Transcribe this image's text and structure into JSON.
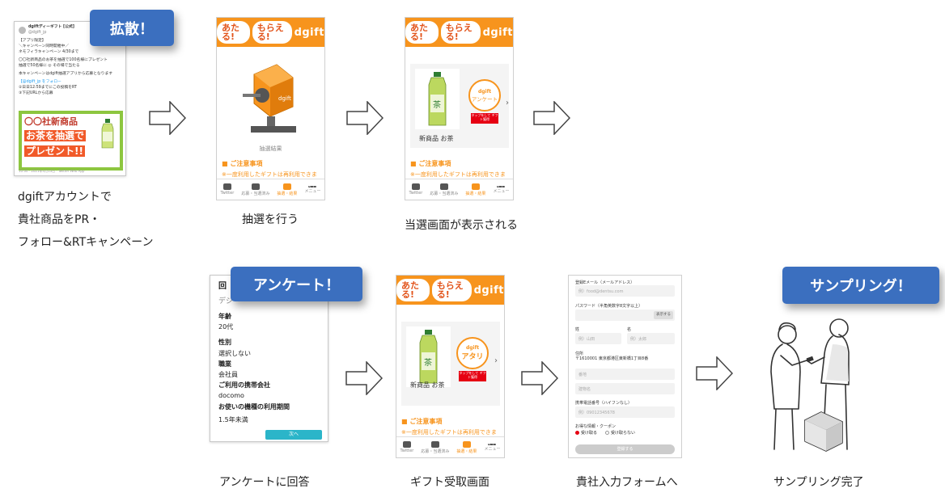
{
  "steps": {
    "s1": {
      "caption1": "dgiftアカウントで",
      "caption2": "貴社商品をPR・",
      "caption3": "フォロー&RTキャンペーン"
    },
    "s2": {
      "caption": "抽選を行う"
    },
    "s3": {
      "caption": "当選画面が表示される"
    },
    "s4": {
      "caption": "アンケートに回答"
    },
    "s5": {
      "caption": "ギフト受取画面"
    },
    "s6": {
      "caption": "貴社入力フォームへ"
    },
    "s7": {
      "caption": "サンプリング完了"
    }
  },
  "tags": {
    "kakusan": "拡散！",
    "enquete": "アンケート！",
    "sampling": "サンプリング！"
  },
  "app": {
    "bubble1": "あたる!",
    "bubble2": "もらえる!",
    "brand": "dgift",
    "lottery_result": "抽選結果",
    "notice_title": "■ ご注意事項",
    "notice_text": "※一度利用したギフトは再利用できません。 ※ギフト一覧ページの表示の反映には時間が掛かる場合があります。",
    "product_name": "新商品 お茶",
    "badge_brand": "dgift",
    "badge_enquete": "アンケート",
    "badge_atari": "アタリ",
    "badge_red": "タップをして ギフト獲得",
    "nav": [
      "Twitter",
      "応募・当選済み",
      "抽選・結果",
      "メニュー"
    ]
  },
  "tweet": {
    "account": "dgiftディーギフト [公式]",
    "handle": "@dgift_jp",
    "line1": "【アプリ限定】",
    "line2": "＼キャンペーン同時開催中／",
    "line3": "ネモフィラキャンペーン 4/30まで",
    "line4": "〇〇社新商品のお茶を抽選で100名様にプレゼント",
    "line5": "抽選で50名様に ◎ その場で当たる",
    "line6": "本キャンペーンはdgift抽選アプリから応募となります",
    "line7": "【@dgift_jp をフォロー",
    "line8": "②日日12:59までにこの投稿をRT",
    "line9": "③下記URLから応募",
    "banner1": "〇〇社新商品",
    "banner2": "お茶を抽選で",
    "banner3": "プレゼント!!",
    "footer": "10:00 · 2021年4月13日 · Twitter Web App"
  },
  "survey": {
    "head_cut": "回",
    "sub_cut": "デジ",
    "items": [
      {
        "q": "年齢",
        "a": "20代"
      },
      {
        "q": "性別",
        "a": "選択しない"
      },
      {
        "q": "職業",
        "a": "会社員"
      },
      {
        "q": "ご利用の携帯会社",
        "a": "docomo"
      },
      {
        "q": "お使いの機種の利用期間",
        "a": "1.5年未満"
      }
    ],
    "next_button": "次へ"
  },
  "form": {
    "email_label": "登録Eメール（メールアドレス）",
    "email_ph": "例）food@dentsu.com",
    "password_label": "パスワード（半角英数字8文字以上）",
    "show_button": "表示する",
    "sei": "姓",
    "mei": "名",
    "sei_ph": "例）山田",
    "mei_ph": "例）太郎",
    "address_label": "住所",
    "address": "〒1610001 東京都港区東新橋1丁目8番",
    "bldg_ph": "番地",
    "room_ph": "建物名",
    "phone_label": "携帯電話番号（ハイフンなし）",
    "phone_ph": "例）09012345678",
    "coupon_label": "お得な情報・クーポン",
    "opt_yes": "受け取る",
    "opt_no": "受け取らない",
    "submit": "登録する"
  }
}
